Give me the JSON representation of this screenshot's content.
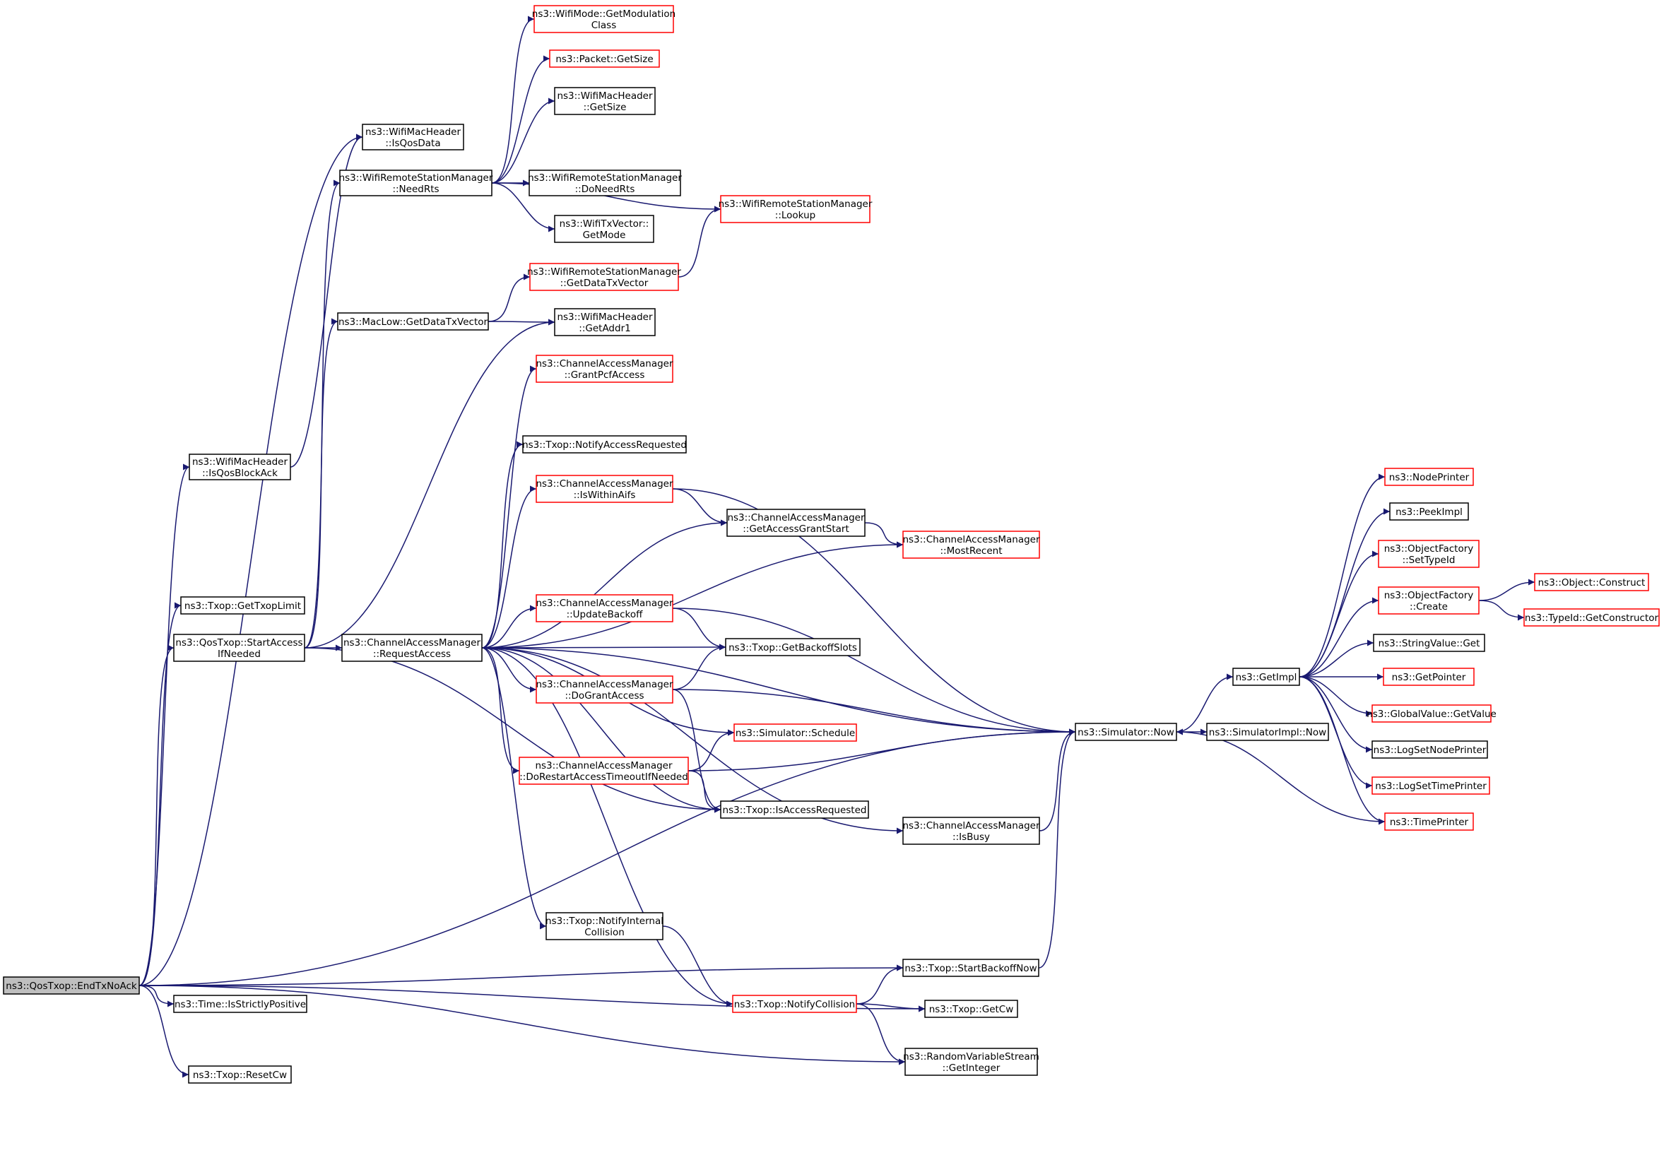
{
  "colors": {
    "edge": "#191970",
    "border_normal": "#000000",
    "border_truncated": "#ff0000",
    "root_fill": "#bfbfbf",
    "node_fill": "#ffffff"
  },
  "nodes": {
    "endtxnoack": {
      "lines": [
        "ns3::QosTxop::EndTxNoAck"
      ],
      "style": "root"
    },
    "isqosdata": {
      "lines": [
        "ns3::WifiMacHeader",
        "::IsQosData"
      ],
      "style": "normal"
    },
    "needrts": {
      "lines": [
        "ns3::WifiRemoteStationManager",
        "::NeedRts"
      ],
      "style": "normal"
    },
    "getdatatxvector_maclow": {
      "lines": [
        "ns3::MacLow::GetDataTxVector"
      ],
      "style": "normal"
    },
    "isqosblockack": {
      "lines": [
        "ns3::WifiMacHeader",
        "::IsQosBlockAck"
      ],
      "style": "normal"
    },
    "gettxoplimit": {
      "lines": [
        "ns3::Txop::GetTxopLimit"
      ],
      "style": "normal"
    },
    "startaccessifneeded": {
      "lines": [
        "ns3::QosTxop::StartAccess",
        "IfNeeded"
      ],
      "style": "normal"
    },
    "requestaccess": {
      "lines": [
        "ns3::ChannelAccessManager",
        "::RequestAccess"
      ],
      "style": "normal"
    },
    "isstrictlypositive": {
      "lines": [
        "ns3::Time::IsStrictlyPositive"
      ],
      "style": "normal"
    },
    "resetcw": {
      "lines": [
        "ns3::Txop::ResetCw"
      ],
      "style": "normal"
    },
    "getmodulationclass": {
      "lines": [
        "ns3::WifiMode::GetModulation",
        "Class"
      ],
      "style": "truncated"
    },
    "packet_getsize": {
      "lines": [
        "ns3::Packet::GetSize"
      ],
      "style": "truncated"
    },
    "header_getsize": {
      "lines": [
        "ns3::WifiMacHeader",
        "::GetSize"
      ],
      "style": "normal"
    },
    "doneedrts": {
      "lines": [
        "ns3::WifiRemoteStationManager",
        "::DoNeedRts"
      ],
      "style": "normal"
    },
    "getmode": {
      "lines": [
        "ns3::WifiTxVector::",
        "GetMode"
      ],
      "style": "normal"
    },
    "getdatatxvector_rsm": {
      "lines": [
        "ns3::WifiRemoteStationManager",
        "::GetDataTxVector"
      ],
      "style": "truncated"
    },
    "getaddr1": {
      "lines": [
        "ns3::WifiMacHeader",
        "::GetAddr1"
      ],
      "style": "normal"
    },
    "grantpcfaccess": {
      "lines": [
        "ns3::ChannelAccessManager",
        "::GrantPcfAccess"
      ],
      "style": "truncated"
    },
    "notifyaccessrequested": {
      "lines": [
        "ns3::Txop::NotifyAccessRequested"
      ],
      "style": "normal"
    },
    "iswithinaifs": {
      "lines": [
        "ns3::ChannelAccessManager",
        "::IsWithinAifs"
      ],
      "style": "truncated"
    },
    "updatebackoff": {
      "lines": [
        "ns3::ChannelAccessManager",
        "::UpdateBackoff"
      ],
      "style": "truncated"
    },
    "dograntaccess": {
      "lines": [
        "ns3::ChannelAccessManager",
        "::DoGrantAccess"
      ],
      "style": "truncated"
    },
    "dorestartaccess": {
      "lines": [
        "ns3::ChannelAccessManager",
        "::DoRestartAccessTimeoutIfNeeded"
      ],
      "style": "truncated"
    },
    "notifyinternalcollision": {
      "lines": [
        "ns3::Txop::NotifyInternal",
        "Collision"
      ],
      "style": "normal"
    },
    "notifycollision": {
      "lines": [
        "ns3::Txop::NotifyCollision"
      ],
      "style": "truncated"
    },
    "lookup": {
      "lines": [
        "ns3::WifiRemoteStationManager",
        "::Lookup"
      ],
      "style": "truncated"
    },
    "getaccessgrantstart": {
      "lines": [
        "ns3::ChannelAccessManager",
        "::GetAccessGrantStart"
      ],
      "style": "normal"
    },
    "mostrecent": {
      "lines": [
        "ns3::ChannelAccessManager",
        "::MostRecent"
      ],
      "style": "truncated"
    },
    "getbackoffslots": {
      "lines": [
        "ns3::Txop::GetBackoffSlots"
      ],
      "style": "normal"
    },
    "schedule": {
      "lines": [
        "ns3::Simulator::Schedule"
      ],
      "style": "truncated"
    },
    "isaccessrequested": {
      "lines": [
        "ns3::Txop::IsAccessRequested"
      ],
      "style": "normal"
    },
    "isbusy": {
      "lines": [
        "ns3::ChannelAccessManager",
        "::IsBusy"
      ],
      "style": "normal"
    },
    "startbackoffnow": {
      "lines": [
        "ns3::Txop::StartBackoffNow"
      ],
      "style": "normal"
    },
    "getcw": {
      "lines": [
        "ns3::Txop::GetCw"
      ],
      "style": "normal"
    },
    "getinteger": {
      "lines": [
        "ns3::RandomVariableStream",
        "::GetInteger"
      ],
      "style": "normal"
    },
    "now": {
      "lines": [
        "ns3::Simulator::Now"
      ],
      "style": "normal"
    },
    "simulatorimpl_now": {
      "lines": [
        "ns3::SimulatorImpl::Now"
      ],
      "style": "normal"
    },
    "getimpl": {
      "lines": [
        "ns3::GetImpl"
      ],
      "style": "normal"
    },
    "nodeprinter": {
      "lines": [
        "ns3::NodePrinter"
      ],
      "style": "truncated"
    },
    "peekimpl": {
      "lines": [
        "ns3::PeekImpl"
      ],
      "style": "normal"
    },
    "settypeid": {
      "lines": [
        "ns3::ObjectFactory",
        "::SetTypeId"
      ],
      "style": "truncated"
    },
    "create": {
      "lines": [
        "ns3::ObjectFactory",
        "::Create"
      ],
      "style": "truncated"
    },
    "stringvalue_get": {
      "lines": [
        "ns3::StringValue::Get"
      ],
      "style": "normal"
    },
    "getpointer": {
      "lines": [
        "ns3::GetPointer"
      ],
      "style": "truncated"
    },
    "globalvalue_getvalue": {
      "lines": [
        "ns3::GlobalValue::GetValue"
      ],
      "style": "truncated"
    },
    "logsetnodeprinter": {
      "lines": [
        "ns3::LogSetNodePrinter"
      ],
      "style": "normal"
    },
    "logsettimeprinter": {
      "lines": [
        "ns3::LogSetTimePrinter"
      ],
      "style": "truncated"
    },
    "timeprinter": {
      "lines": [
        "ns3::TimePrinter"
      ],
      "style": "truncated"
    },
    "object_construct": {
      "lines": [
        "ns3::Object::Construct"
      ],
      "style": "truncated"
    },
    "getconstructor": {
      "lines": [
        "ns3::TypeId::GetConstructor"
      ],
      "style": "truncated"
    }
  },
  "edges": [
    [
      "endtxnoack",
      "isqosdata"
    ],
    [
      "endtxnoack",
      "isqosblockack"
    ],
    [
      "endtxnoack",
      "gettxoplimit"
    ],
    [
      "endtxnoack",
      "startaccessifneeded"
    ],
    [
      "endtxnoack",
      "isstrictlypositive"
    ],
    [
      "endtxnoack",
      "resetcw"
    ],
    [
      "endtxnoack",
      "startbackoffnow"
    ],
    [
      "endtxnoack",
      "getcw"
    ],
    [
      "endtxnoack",
      "getinteger"
    ],
    [
      "endtxnoack",
      "now"
    ],
    [
      "isqosblockack",
      "isqosdata"
    ],
    [
      "startaccessifneeded",
      "needrts"
    ],
    [
      "startaccessifneeded",
      "getdatatxvector_maclow"
    ],
    [
      "startaccessifneeded",
      "getaddr1"
    ],
    [
      "startaccessifneeded",
      "requestaccess"
    ],
    [
      "startaccessifneeded",
      "isaccessrequested"
    ],
    [
      "needrts",
      "getmodulationclass"
    ],
    [
      "needrts",
      "packet_getsize"
    ],
    [
      "needrts",
      "header_getsize"
    ],
    [
      "needrts",
      "doneedrts"
    ],
    [
      "needrts",
      "getmode"
    ],
    [
      "needrts",
      "lookup"
    ],
    [
      "getdatatxvector_maclow",
      "getdatatxvector_rsm"
    ],
    [
      "getdatatxvector_maclow",
      "getaddr1"
    ],
    [
      "getdatatxvector_rsm",
      "lookup"
    ],
    [
      "requestaccess",
      "grantpcfaccess"
    ],
    [
      "requestaccess",
      "notifyaccessrequested"
    ],
    [
      "requestaccess",
      "iswithinaifs"
    ],
    [
      "requestaccess",
      "getaccessgrantstart"
    ],
    [
      "requestaccess",
      "mostrecent"
    ],
    [
      "requestaccess",
      "updatebackoff"
    ],
    [
      "requestaccess",
      "getbackoffslots"
    ],
    [
      "requestaccess",
      "dograntaccess"
    ],
    [
      "requestaccess",
      "schedule"
    ],
    [
      "requestaccess",
      "dorestartaccess"
    ],
    [
      "requestaccess",
      "isaccessrequested"
    ],
    [
      "requestaccess",
      "isbusy"
    ],
    [
      "requestaccess",
      "notifyinternalcollision"
    ],
    [
      "requestaccess",
      "notifycollision"
    ],
    [
      "requestaccess",
      "now"
    ],
    [
      "iswithinaifs",
      "getaccessgrantstart"
    ],
    [
      "iswithinaifs",
      "now"
    ],
    [
      "getaccessgrantstart",
      "mostrecent"
    ],
    [
      "updatebackoff",
      "getbackoffslots"
    ],
    [
      "updatebackoff",
      "now"
    ],
    [
      "dograntaccess",
      "getbackoffslots"
    ],
    [
      "dograntaccess",
      "isaccessrequested"
    ],
    [
      "dograntaccess",
      "now"
    ],
    [
      "dorestartaccess",
      "schedule"
    ],
    [
      "dorestartaccess",
      "isaccessrequested"
    ],
    [
      "dorestartaccess",
      "now"
    ],
    [
      "isbusy",
      "now"
    ],
    [
      "notifyinternalcollision",
      "notifycollision"
    ],
    [
      "notifycollision",
      "startbackoffnow"
    ],
    [
      "notifycollision",
      "getcw"
    ],
    [
      "notifycollision",
      "getinteger"
    ],
    [
      "startbackoffnow",
      "now"
    ],
    [
      "now",
      "getimpl"
    ],
    [
      "now",
      "simulatorimpl_now"
    ],
    [
      "getimpl",
      "nodeprinter"
    ],
    [
      "getimpl",
      "peekimpl"
    ],
    [
      "getimpl",
      "settypeid"
    ],
    [
      "getimpl",
      "create"
    ],
    [
      "getimpl",
      "stringvalue_get"
    ],
    [
      "getimpl",
      "getpointer"
    ],
    [
      "getimpl",
      "globalvalue_getvalue"
    ],
    [
      "getimpl",
      "logsetnodeprinter"
    ],
    [
      "getimpl",
      "logsettimeprinter"
    ],
    [
      "getimpl",
      "timeprinter"
    ],
    [
      "create",
      "object_construct"
    ],
    [
      "create",
      "getconstructor"
    ],
    [
      "timeprinter",
      "now"
    ]
  ]
}
